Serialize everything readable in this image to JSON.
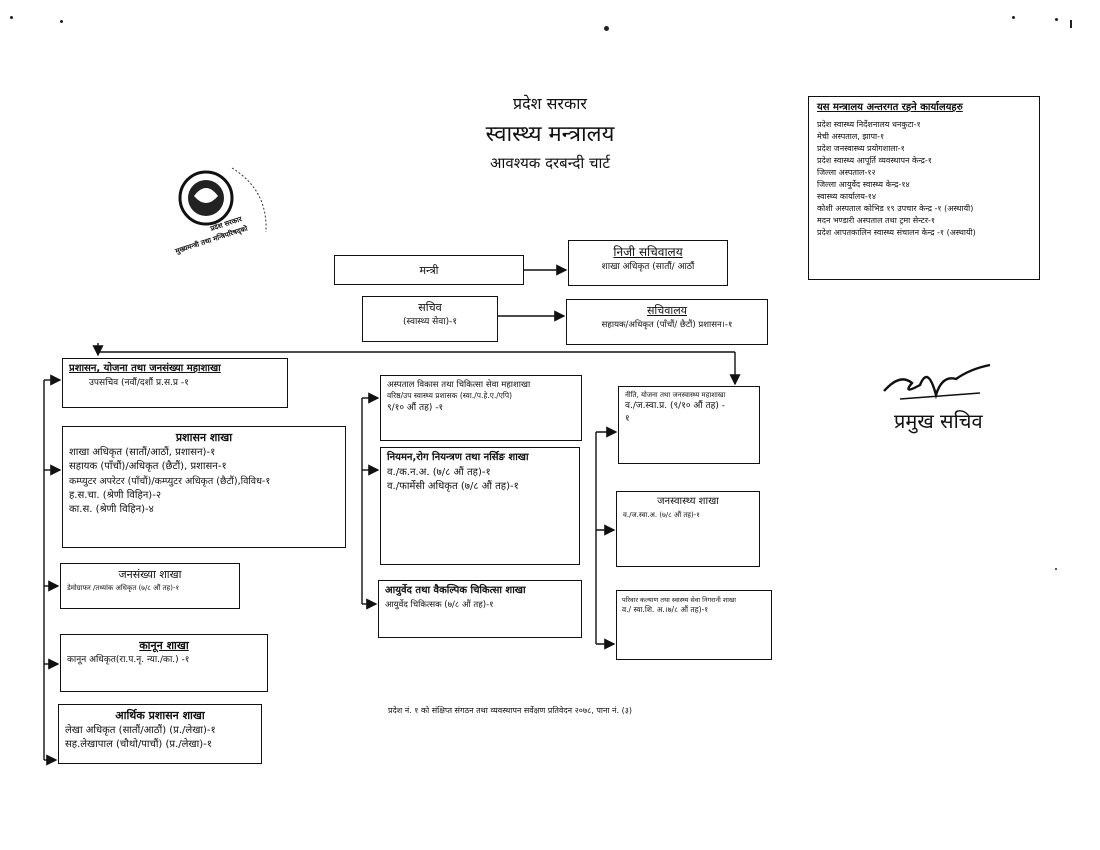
{
  "header": {
    "line1": "प्रदेश सरकार",
    "line2": "स्वास्थ्य मन्त्रालय",
    "line3": "आवश्यक दरबन्दी चार्ट"
  },
  "offices": {
    "title": "यस मन्त्रालय अन्तरगत रहने कार्यालयहरु",
    "items": [
      "प्रदेश स्वास्थ्य निर्देशनालय धनकुटा-१",
      "मेची अस्पताल, झापा-१",
      "प्रदेश जनस्वास्थ्य प्रयोगशाला-१",
      "प्रदेश स्वास्थ्य आपूर्ति व्यवस्थापन केन्द्र-१",
      "जिल्ला अस्पताल-१२",
      "जिल्ला आयुर्वेद स्वास्थ्य केन्द्र-१४",
      "स्वास्थ्य कार्यालय-१४",
      "कोशी अस्पताल कोभिड १९ उपचार केन्द्र -१ (अस्थायी)",
      "मदन भण्डारी अस्पताल तथा ट्रमा सेन्टर-१",
      "प्रदेश आपतकालिन स्वास्थ्य संचालन केन्द्र -१ (अस्थायी)"
    ]
  },
  "seal": {
    "text1": "प्रदेश सरकार",
    "text2": "मुख्यमन्त्री तथा मन्त्रिपरिषद्को"
  },
  "signature": {
    "title": "प्रमुख सचिव"
  },
  "nodes": {
    "mantri": {
      "title": "मन्त्री"
    },
    "niji": {
      "title": "निजी सचिवालय",
      "detail": "शाखा अधिकृत (सातौं/ आठौं"
    },
    "sachiv": {
      "title": "सचिव",
      "detail": "(स्वास्थ्य सेवा)-१"
    },
    "sachivalaya": {
      "title": "सचिवालय",
      "detail": "सहायक/अधिकृत (पाँचौं/ छैटौं) प्रशासन।-१"
    },
    "prashasan_mahashakha": {
      "title": "प्रशासन, योजना तथा जनसंख्या महाशाखा",
      "detail": "उपसचिव (नवौं/दशौं प्र.स.प्र -१"
    },
    "prashasan_shakha": {
      "title": "प्रशासन शाखा",
      "lines": [
        "शाखा अधिकृत (सातौं/आठौं, प्रशासन)-१",
        "सहायक (पाँचौं)/अधिकृत (छैटौं), प्रशासन-१",
        "कम्प्युटर अपरेटर (पाँचौं)/कम्प्युटर अधिकृत (छैटौं),विविध-१",
        "ह.स.चा. (श्रेणी विहिन)-२",
        "का.स. (श्रेणी विहिन)-४"
      ]
    },
    "janasankhya": {
      "title": "जनसंख्या शाखा",
      "detail": "डेमोग्राफर /तथ्यांक अधिकृत (७/८ औं तह)-१"
    },
    "kanun": {
      "title": "कानून शाखा",
      "detail": "कानून अधिकृत(रा.प.नृ. न्या./का.) -१"
    },
    "arthik": {
      "title": "आर्थिक प्रशासन शाखा",
      "lines": [
        "लेखा अधिकृत (सातौं/आठौं) (प्र./लेखा)-१",
        "सह.लेखापाल (चौथो/पाचौं) (प्र./लेखा)-१"
      ]
    },
    "aspatal_mahashakha": {
      "title": "अस्पताल विकास तथा चिकित्सा सेवा महाशाखा",
      "detail": "वरिष्ठ/उप स्वास्थ्य प्रशासक (स्वा./प.हे.ए./एपि)",
      "detail2": "९/१० औं तह) -१"
    },
    "niyaman": {
      "title": "नियमन,रोग नियन्त्रण तथा नर्सिङ शाखा",
      "lines": [
        "व./क.न.अ. (७/८ औं तह)-१",
        "व./फार्मेसी अधिकृत (७/८ औं तह)-१"
      ]
    },
    "ayurved": {
      "title": "आयुर्वेद तथा वैकल्पिक चिकित्सा शाखा",
      "detail": "आयुर्वेद चिकित्सक (७/८ औं तह)-१"
    },
    "niti_mahashakha": {
      "title": "नीति, योजना तथा जनस्वास्थ्य महाशाखा",
      "detail": "व./ज.स्वा.प्र. (९/१० औं तह) -",
      "detail2": "१"
    },
    "janaswasthya": {
      "title": "जनस्वास्थ्य शाखा",
      "detail": "व./ज.स्वा.अ. (७/८ औं तह)-१"
    },
    "pariwar": {
      "title": "परिवार कल्याण तथा स्वास्थ्य सेवा निगरानी शाखा",
      "detail": "व./ स्वा.शि. अ.।७/८ औं तह)-१"
    }
  },
  "footer": {
    "note": "प्रदेश नं. १ को संक्षिप्त संगठन तथा व्यवस्थापन सर्वेक्षण प्रतिवेदन २०७८, पाना नं. (३)"
  }
}
